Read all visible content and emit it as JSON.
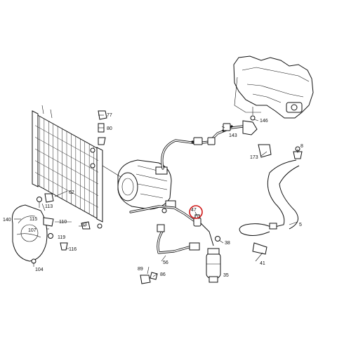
{
  "diagram": {
    "labels": {
      "l5": "5",
      "l8": "8",
      "l35": "35",
      "l38": "38",
      "l41": "41",
      "l47": "47",
      "l56": "56",
      "l62": "62",
      "l77": "77",
      "l80": "80",
      "l83": "83",
      "l86": "86",
      "l89": "89",
      "l104": "104",
      "l107": "107",
      "l110": "110",
      "l113": "113",
      "l115": "115",
      "l116": "116",
      "l119": "119",
      "l140": "140",
      "l143": "143",
      "l146": "146",
      "l173": "173"
    },
    "highlight_color": "#d01818",
    "line_color": "#111111"
  }
}
